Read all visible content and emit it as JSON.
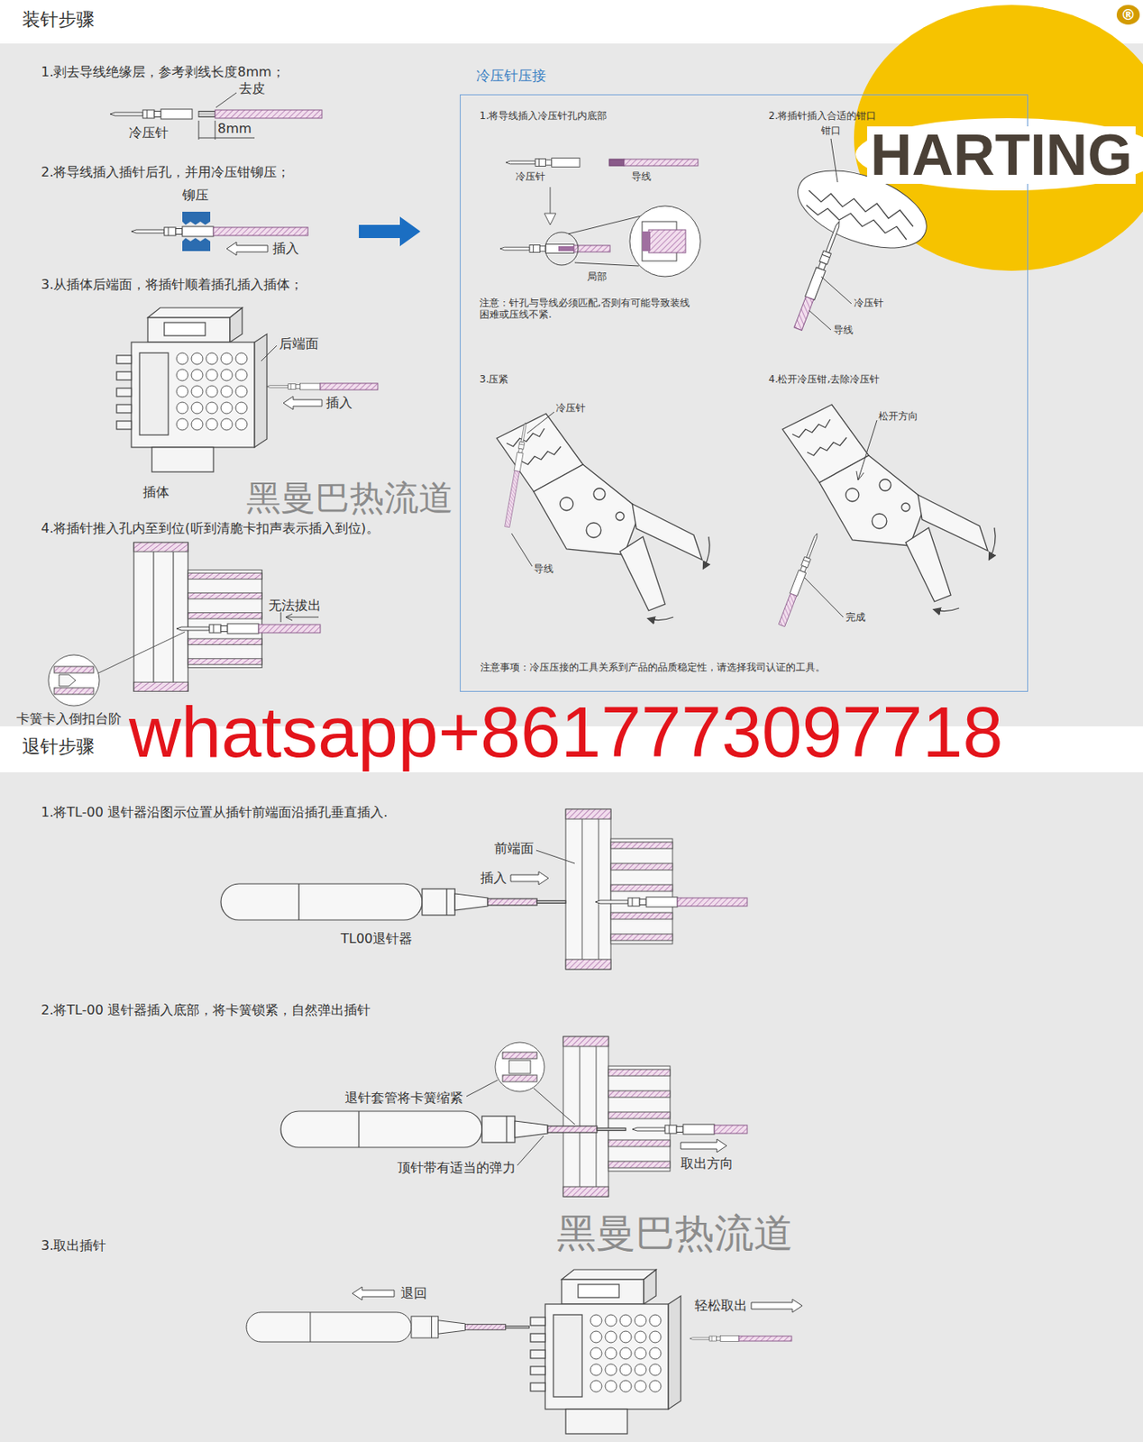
{
  "diagram": {
    "nodes": [
      {
        "text": [
          "装针步骤"
        ]
      },
      {
        "text": [
          "冷压针压接",
          "注意事项：冷压压接的工具关系到产品的品质稳定性，请选择我司认证的工具。"
        ],
        "in": 0
      },
      {
        "text": [
          "退针步骤"
        ]
      }
    ],
    "labels": [
      "1.剥去导线绝缘层，参考剥线长度8mm；",
      "去皮",
      "冷压针",
      "8mm",
      "2.将导线插入插针后孔，并用冷压钳铆压；",
      "铆压",
      "插入",
      "3.从插体后端面，将插针顺着插孔插入插体；",
      "后端面",
      "插入",
      "插体",
      "4.将插针推入孔内至到位(听到清脆卡扣声表示插入到位)。",
      "无法拔出",
      "卡簧卡入倒扣台阶",
      "1.将导线插入冷压针孔内底部",
      "冷压针",
      "导线",
      "局部",
      "注意：针孔与导线必须匹配,否则有可能导致装线困难或压线不紧.",
      "2.将插针插入合适的钳口",
      "钳口",
      "冷压针",
      "导线",
      "3.压紧",
      "冷压针",
      "导线",
      "4.松开冷压钳,去除冷压针",
      "松开方向",
      "完成",
      "1.将TL-00 退针器沿图示位置从插针前端面沿插孔垂直插入.",
      "前端面",
      "插入",
      "TL00退针器",
      "2.将TL-00 退针器插入底部，将卡簧锁紧，自然弹出插针",
      "退针套管将卡簧缩紧",
      "顶针带有适当的弹力",
      "取出方向",
      "3.取出插针",
      "退回",
      "轻松取出",
      "HARTING",
      "®",
      "黑曼巴热流道",
      "黑曼巴热流道",
      "whatsapp+8617773097718"
    ]
  }
}
